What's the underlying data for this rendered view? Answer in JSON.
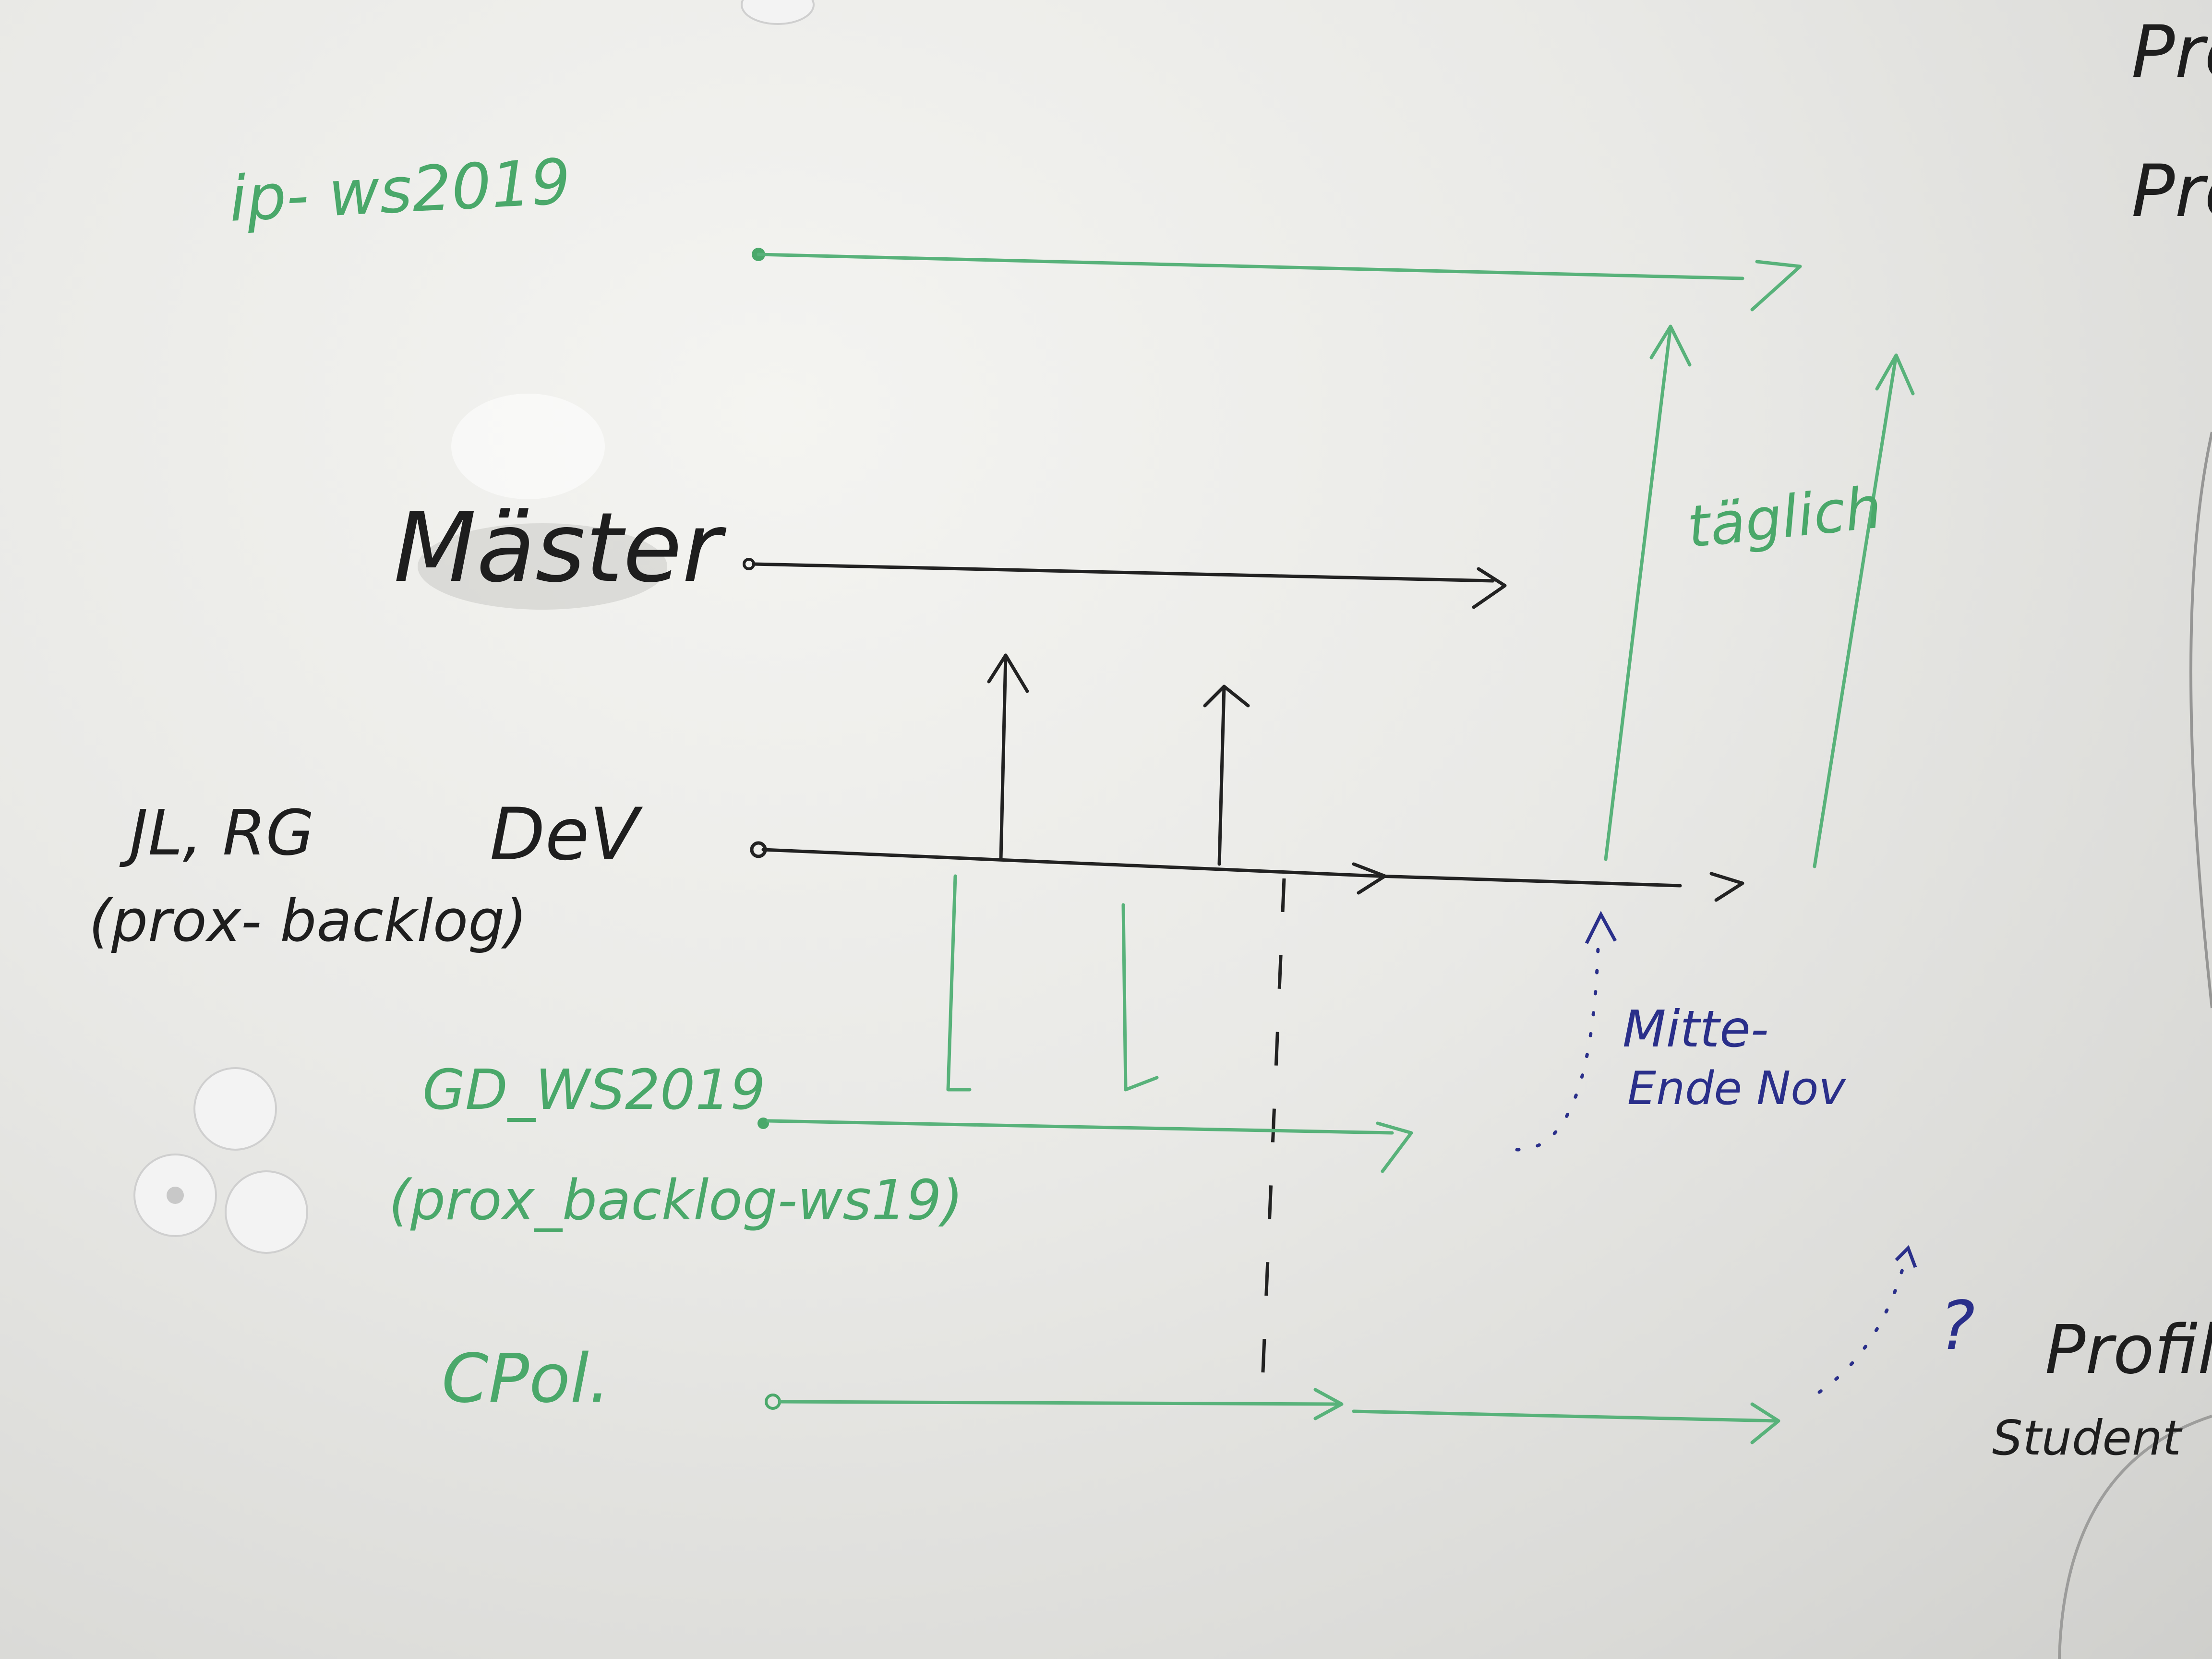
{
  "labels": {
    "ip_branch": "ip- ws2019",
    "master": "Mäster",
    "dev_people": "JL, RG",
    "dev_repo": "(prox- backlog)",
    "dev": "DeV",
    "gd_branch": "GD_WS2019",
    "gd_repo": "(prox_backlog-ws19)",
    "cpol": "CPol.",
    "daily": "täglich",
    "mid_end_nov_1": "Mitte-",
    "mid_end_nov_2": "Ende Nov",
    "question": "?",
    "profil": "Profil",
    "student": "Student",
    "edge_top1": "Pro",
    "edge_top2": "Pro"
  },
  "colors": {
    "green": "#4aa86a",
    "black": "#1e1e1e",
    "blue": "#2a2f8a",
    "board": "#e9e9e6"
  }
}
